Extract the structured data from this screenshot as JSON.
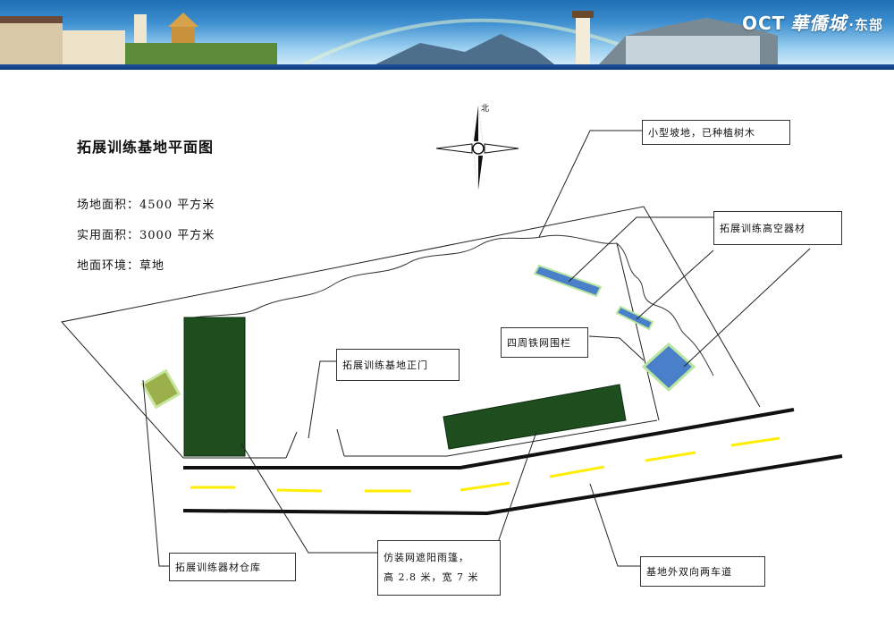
{
  "banner": {
    "brand_logo": "OCT",
    "brand_name": "華僑城",
    "brand_suffix": "·东部"
  },
  "title": "拓展训练基地平面图",
  "info": {
    "site_area": "场地面积：4500 平方米",
    "usable_area": "实用面积：3000 平方米",
    "ground": "地面环境：草地"
  },
  "compass": {
    "north": "北"
  },
  "labels": {
    "slope": "小型坡地，已种植树木",
    "high_equipment": "拓展训练高空器材",
    "fence": "四周铁网围栏",
    "main_gate": "拓展训练基地正门",
    "warehouse": "拓展训练器材仓库",
    "canopy_line1": "仿装网遮阳雨篷，",
    "canopy_line2": "高 2.8 米，宽 7 米",
    "road": "基地外双向两车道"
  },
  "colors": {
    "banner_blue": "#2a7fc4",
    "canopy_green": "#1e4d1e",
    "equipment_blue": "#4a7fc9",
    "equipment_border": "#b8e6a0",
    "warehouse_olive": "#9bb04a",
    "road_dash": "#ffee00"
  }
}
